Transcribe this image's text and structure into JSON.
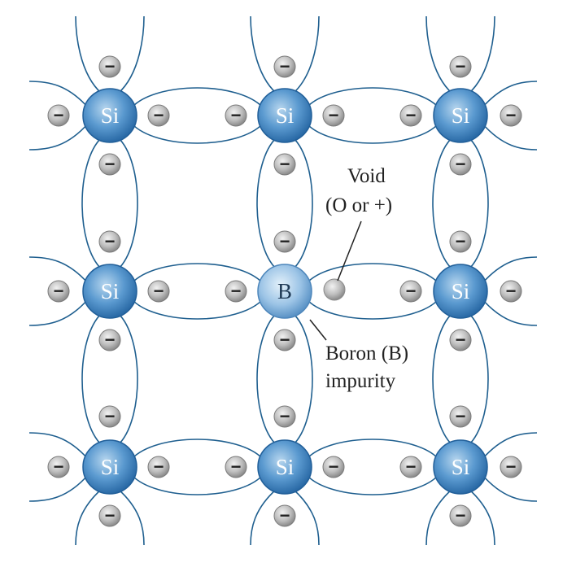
{
  "atoms": [
    {
      "label": "Si",
      "dark": false
    },
    {
      "label": "Si",
      "dark": false
    },
    {
      "label": "Si",
      "dark": false
    },
    {
      "label": "Si",
      "dark": false
    },
    {
      "label": "B",
      "dark": true
    },
    {
      "label": "Si",
      "dark": false
    },
    {
      "label": "Si",
      "dark": false
    },
    {
      "label": "Si",
      "dark": false
    },
    {
      "label": "Si",
      "dark": false
    }
  ],
  "annotations": {
    "void_line1": "Void",
    "void_line2": "(O or +)",
    "boron_line1": "Boron (B)",
    "boron_line2": "impurity"
  },
  "electron_symbol": "−",
  "colors": {
    "bond_line": "#1f5f8f",
    "atom_fill_center": "#a9cdea",
    "atom_fill_edge": "#2f72ad",
    "boron_fill_center": "#d8eaf7",
    "boron_fill_edge": "#5c96c8",
    "electron_fill": "#bdbdbd",
    "void_fill": "#c8c8c8"
  }
}
